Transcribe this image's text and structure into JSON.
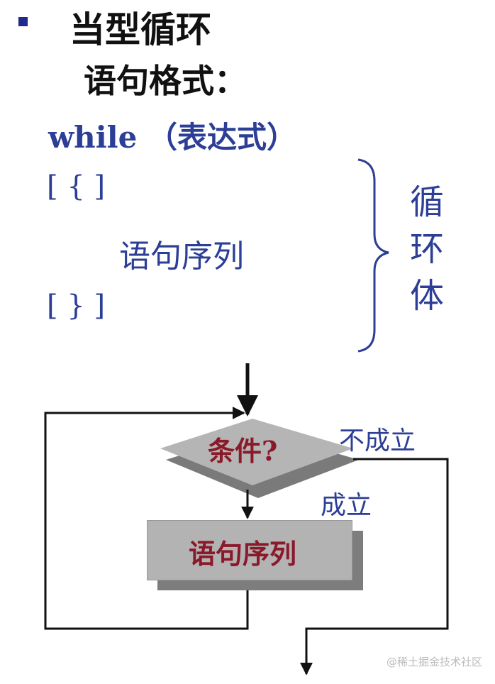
{
  "header": {
    "title": "当型循环",
    "format_label": "语句格式："
  },
  "syntax": {
    "while_line": "while （表达式）",
    "open_brace": "[ { ]",
    "body": "语句序列",
    "close_brace": "[ } ]",
    "loop_body_label_chars": [
      "循",
      "环",
      "体"
    ]
  },
  "flowchart": {
    "condition": "条件?",
    "false_label": "不成立",
    "true_label": "成立",
    "statement": "语句序列"
  },
  "watermark": "@稀土掘金技术社区",
  "colors": {
    "code_blue": "#2c3e96",
    "dark_red": "#8a1a2a",
    "bullet": "#1f2a8c"
  }
}
